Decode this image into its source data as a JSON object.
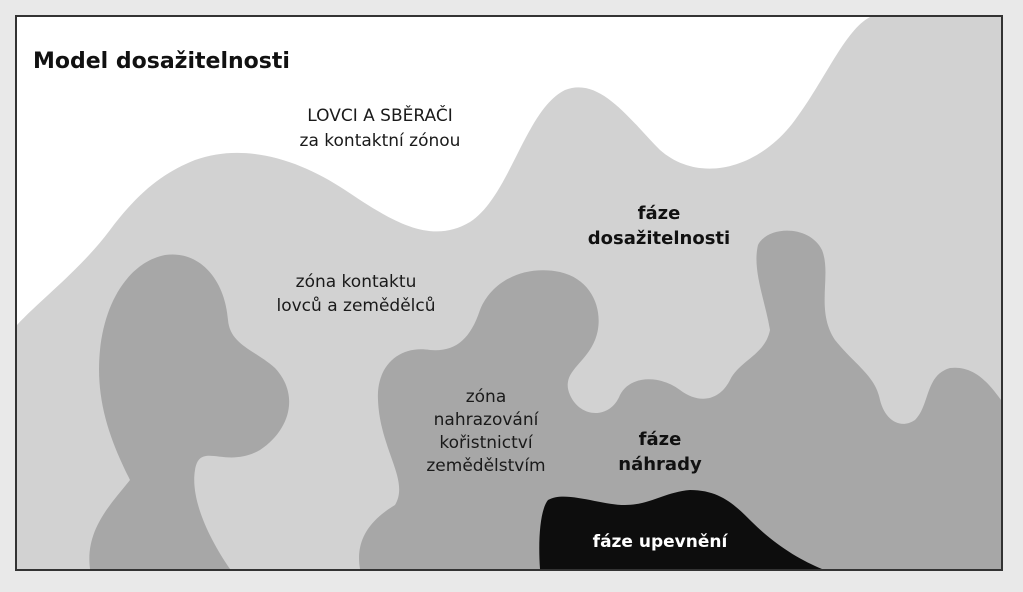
{
  "title": "Model dosažitelnosti",
  "labels": {
    "hunters_line1": "LOVCI A SBĚRAČI",
    "hunters_line2": "za kontaktní zónou",
    "contact_line1": "zóna kontaktu",
    "contact_line2": "lovců a zemědělců",
    "replacement_zone_line1": "zóna",
    "replacement_zone_line2": "nahrazování",
    "replacement_zone_line3": "kořistnictví",
    "replacement_zone_line4": "zemědělstvím",
    "phase_availability_line1": "fáze",
    "phase_availability_line2": "dosažitelnosti",
    "phase_replacement_line1": "fáze",
    "phase_replacement_line2": "náhrady",
    "phase_consolidation": "fáze upevnění"
  },
  "colors": {
    "page_background": "#e9e9e9",
    "frame_background": "#ffffff",
    "availability_zone": "#d2d2d2",
    "replacement_zone": "#a7a7a7",
    "consolidation_zone": "#0d0d0d",
    "frame_border": "#333333"
  }
}
